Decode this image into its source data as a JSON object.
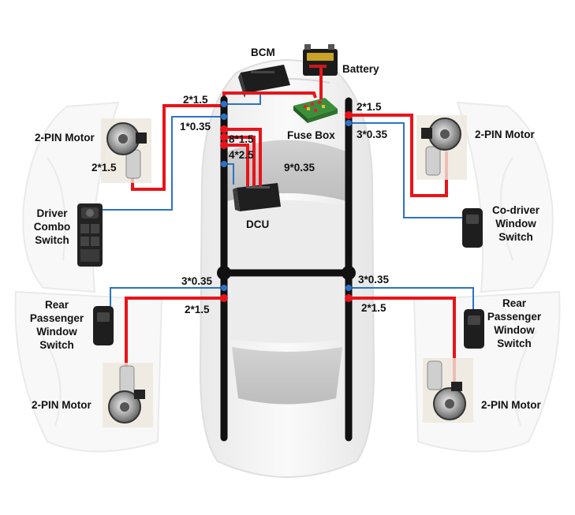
{
  "diagram": {
    "components": {
      "bcm": "BCM",
      "battery": "Battery",
      "fuse_box": "Fuse Box",
      "dcu": "DCU",
      "motor_front_left": "2-PIN Motor",
      "motor_front_right": "2-PIN Motor",
      "motor_rear_left": "2-PIN Motor",
      "motor_rear_right": "2-PIN Motor",
      "driver_switch": [
        "Driver",
        "Combo",
        "Switch"
      ],
      "codriver_switch": [
        "Co-driver",
        "Window",
        "Switch"
      ],
      "rear_left_switch": [
        "Rear",
        "Passenger",
        "Window",
        "Switch"
      ],
      "rear_right_switch": [
        "Rear",
        "Passenger",
        "Window",
        "Switch"
      ]
    },
    "wire_labels": {
      "bcm_top": "2*1.5",
      "front_right_power": "2*1.5",
      "front_left_signal": "1*0.35",
      "front_right_signal": "3*0.35",
      "dcu_power": "8*1.5",
      "dcu_feed": "4*2.5",
      "dcu_signal": "9*0.35",
      "front_left_motor": "2*1.5",
      "rear_left_signal": "3*0.35",
      "rear_right_signal": "3*0.35",
      "rear_left_power": "2*1.5",
      "rear_right_power": "2*1.5"
    },
    "colors": {
      "power_wire": "#e8141a",
      "signal_wire": "#2b73c8",
      "bus_wire": "#111111"
    }
  }
}
